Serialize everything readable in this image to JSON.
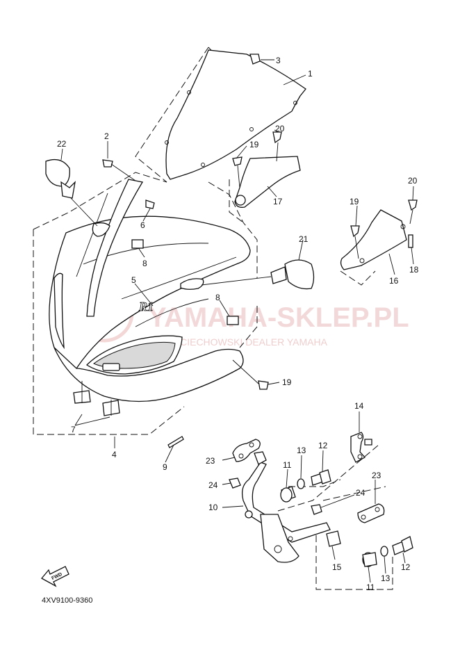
{
  "diagram_code": "4XV9100-9360",
  "fwd_label": "FWD",
  "model_badge": "R1",
  "watermark": {
    "title": "YAMAHA-SKLEP.PL",
    "subtitle": "WOJCIECHOWSKI DEALER YAMAHA"
  },
  "callouts": {
    "c1": "1",
    "c2": "2",
    "c3": "3",
    "c4": "4",
    "c5": "5",
    "c6": "6",
    "c7": "7",
    "c8a": "8",
    "c8b": "8",
    "c9": "9",
    "c10": "10",
    "c11a": "11",
    "c11b": "11",
    "c12a": "12",
    "c12b": "12",
    "c13a": "13",
    "c13b": "13",
    "c14": "14",
    "c15": "15",
    "c16": "16",
    "c17": "17",
    "c18": "18",
    "c19a": "19",
    "c19b": "19",
    "c19c": "19",
    "c20a": "20",
    "c20b": "20",
    "c21": "21",
    "c22": "22",
    "c23a": "23",
    "c23b": "23",
    "c24a": "24",
    "c24b": "24"
  }
}
